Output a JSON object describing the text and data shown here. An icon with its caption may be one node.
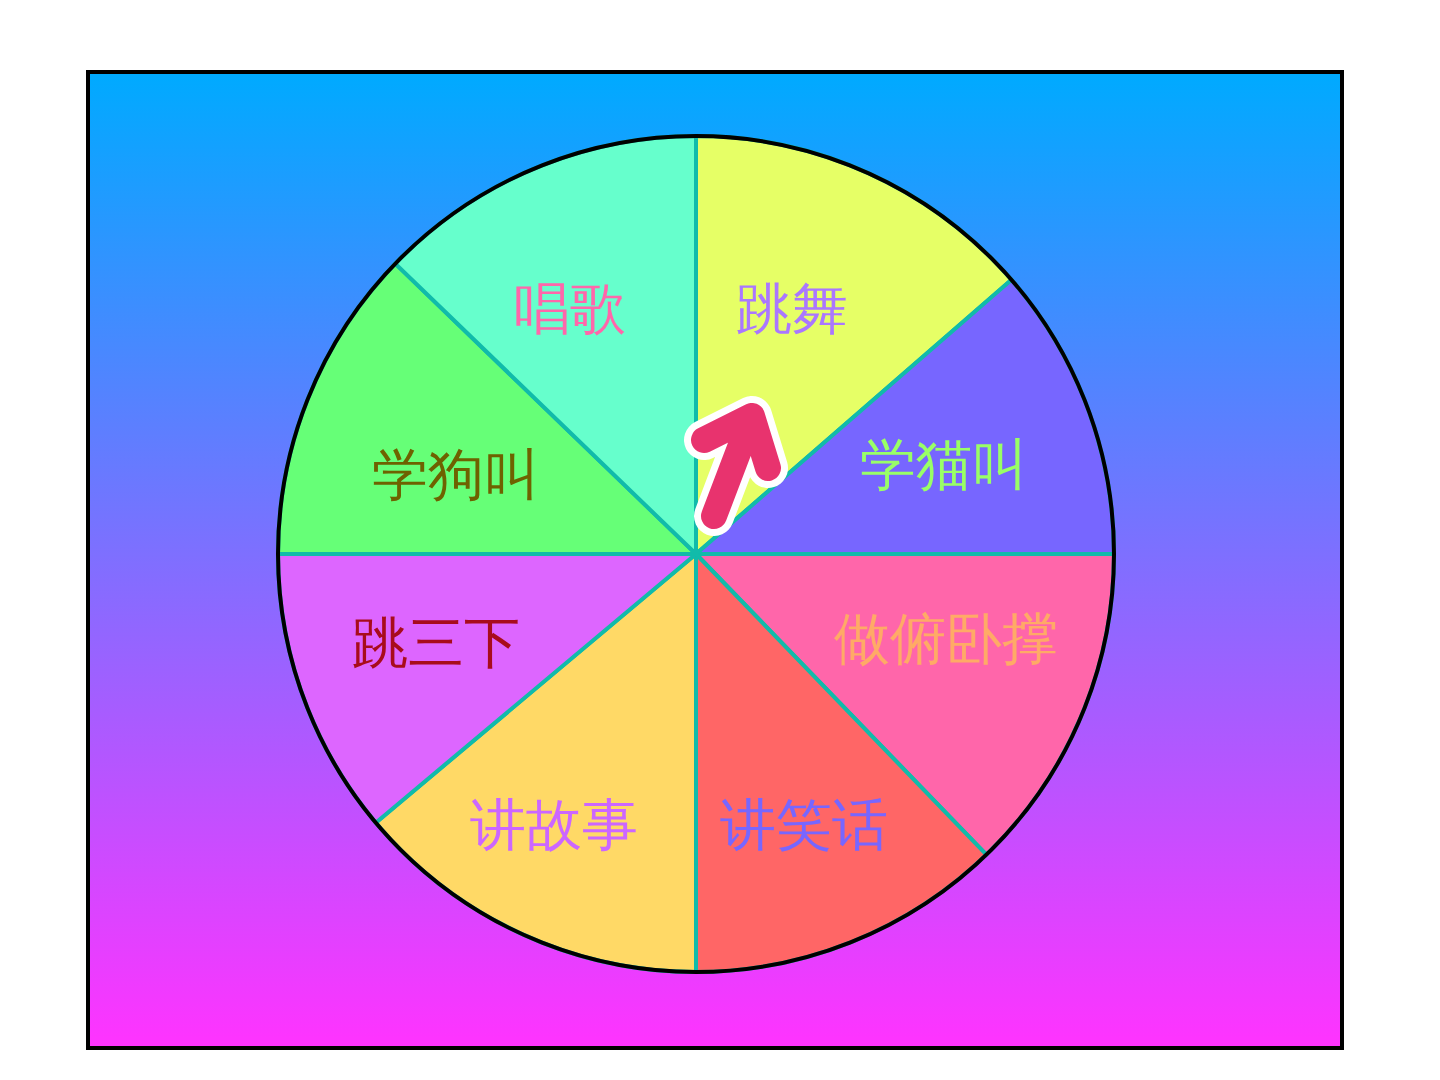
{
  "diagram": {
    "nodes": [
      {
        "text": [
          "跳舞"
        ]
      },
      {
        "text": [
          "学猫叫"
        ]
      },
      {
        "text": [
          "做俯卧撑"
        ]
      },
      {
        "text": [
          "讲笑话"
        ]
      },
      {
        "text": [
          "讲故事"
        ]
      },
      {
        "text": [
          "跳三下"
        ]
      },
      {
        "text": [
          "学狗叫"
        ]
      },
      {
        "text": [
          "唱歌"
        ]
      }
    ]
  }
}
